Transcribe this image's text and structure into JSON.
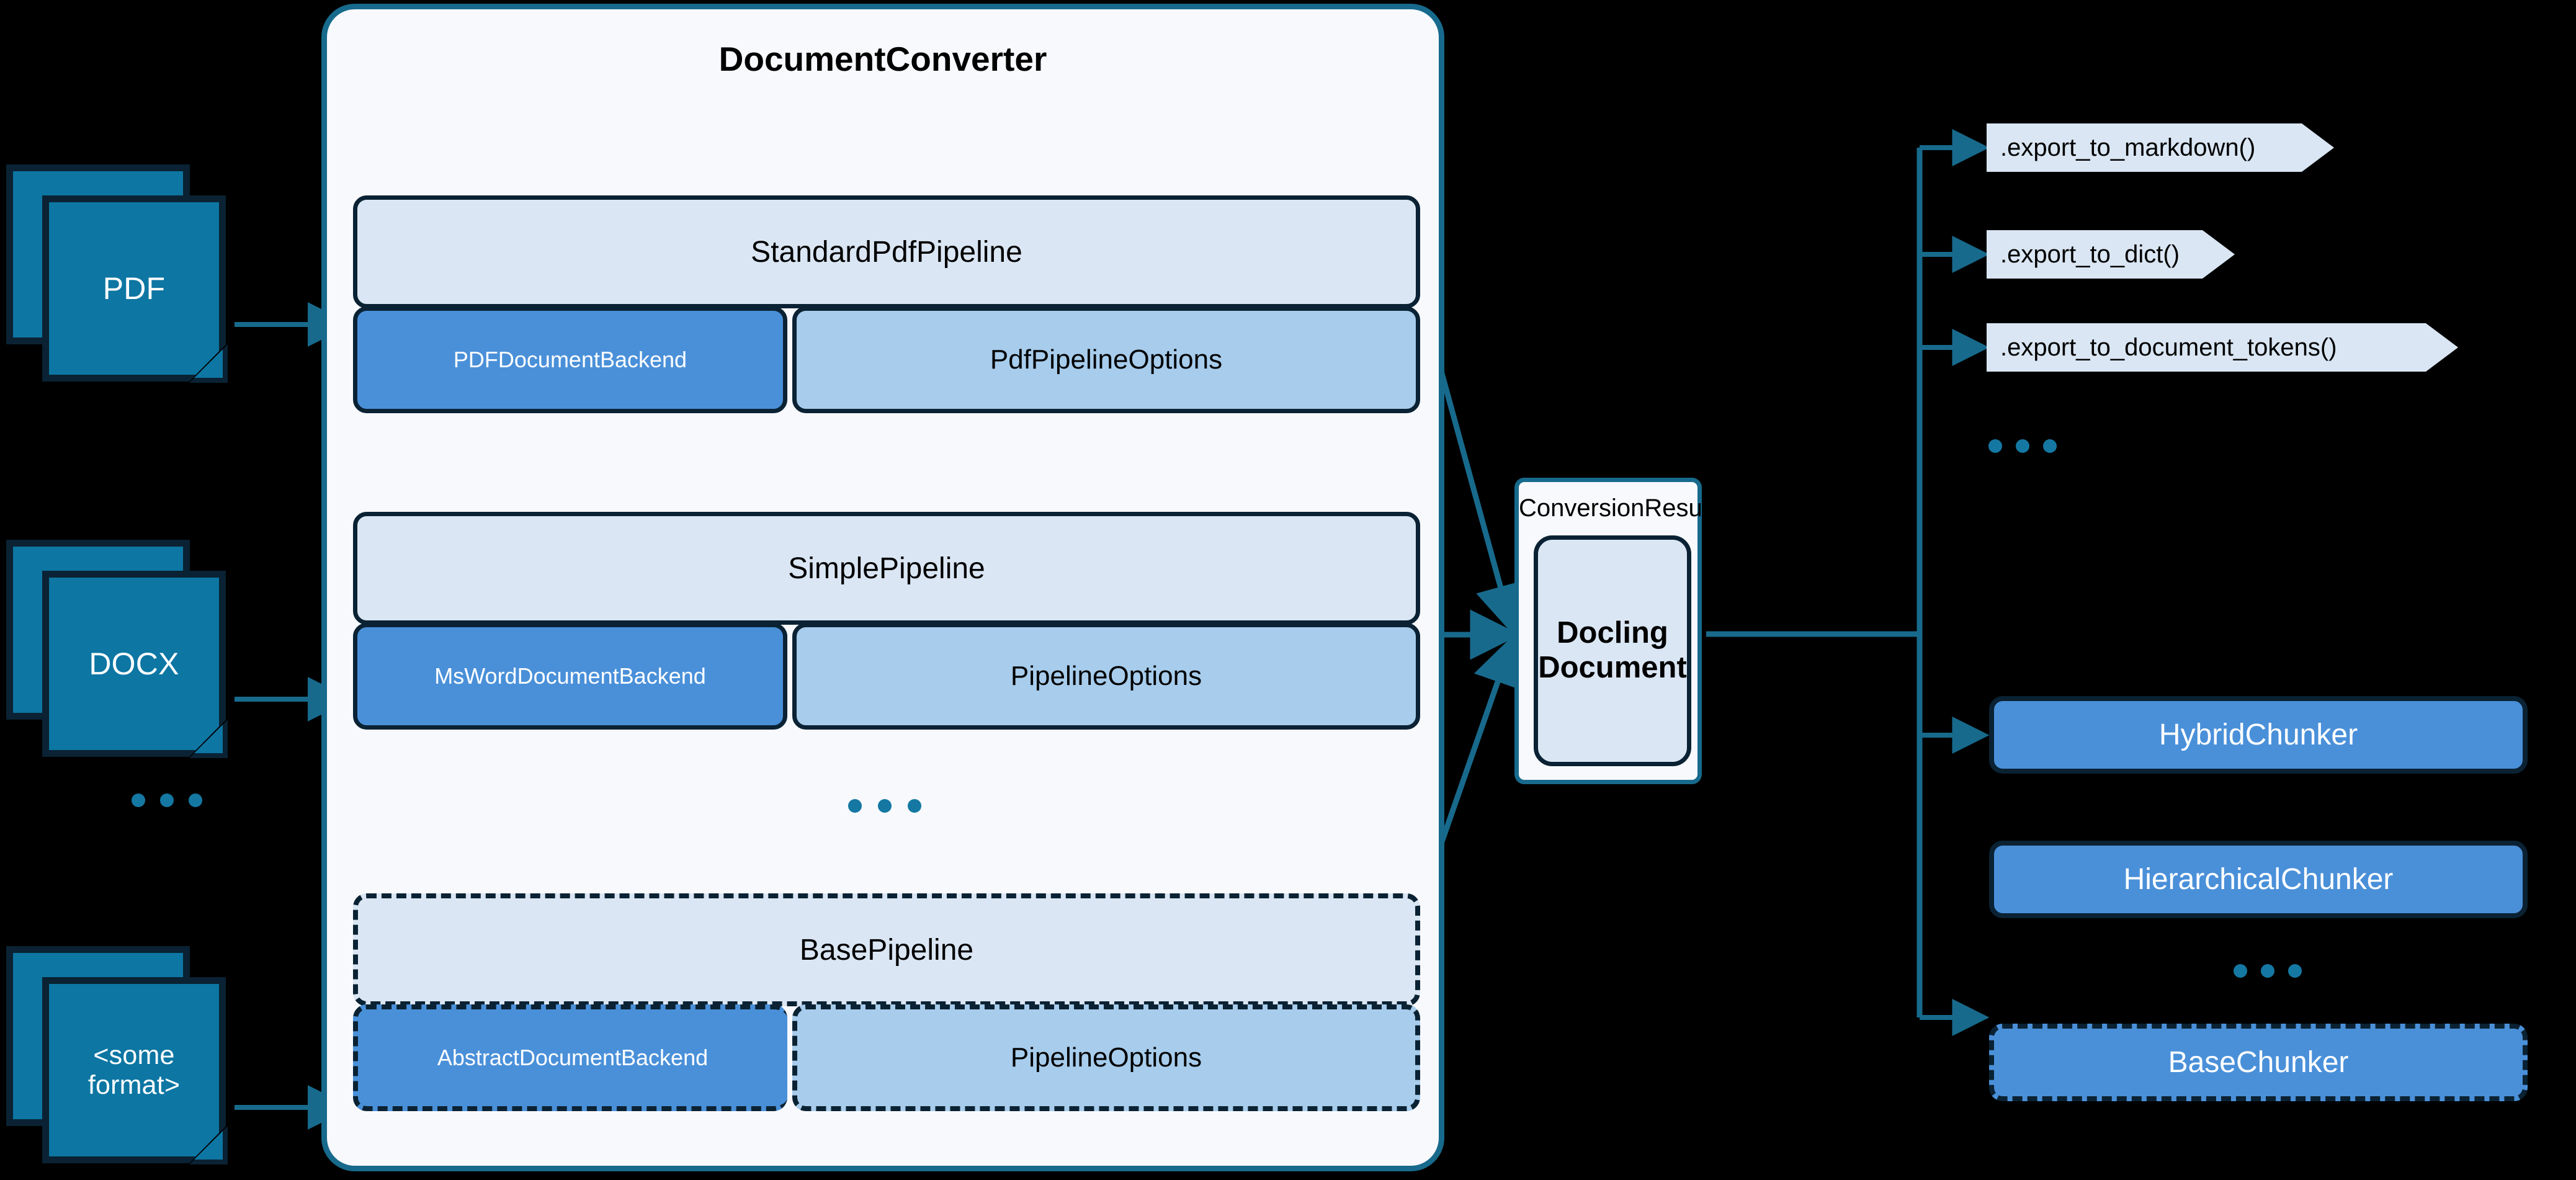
{
  "inputs": {
    "documents": [
      {
        "label": "PDF",
        "icon": "document-stack-icon"
      },
      {
        "label": "DOCX",
        "icon": "document-stack-icon"
      },
      {
        "label": "<some\nformat>",
        "icon": "document-stack-icon"
      }
    ],
    "ellipsis": "..."
  },
  "converter": {
    "title": "DocumentConverter",
    "ellipsis": "...",
    "pipelines": [
      {
        "name": "StandardPdfPipeline",
        "backend": "PDFDocumentBackend",
        "options": "PdfPipelineOptions",
        "style": "solid"
      },
      {
        "name": "SimplePipeline",
        "backend": "MsWordDocumentBackend",
        "options": "PipelineOptions",
        "style": "solid"
      },
      {
        "name": "BasePipeline",
        "backend": "AbstractDocumentBackend",
        "options": "PipelineOptions",
        "style": "dashed"
      }
    ]
  },
  "result": {
    "title": "ConversionResult",
    "document_line1": "Docling",
    "document_line2": "Document"
  },
  "exports": {
    "items": [
      {
        "label": ".export_to_markdown()"
      },
      {
        "label": ".export_to_dict()"
      },
      {
        "label": ".export_to_document_tokens()"
      }
    ],
    "ellipsis": "..."
  },
  "chunkers": {
    "items": [
      {
        "label": "HybridChunker",
        "style": "solid"
      },
      {
        "label": "HierarchicalChunker",
        "style": "solid"
      },
      {
        "label": "BaseChunker",
        "style": "dashed"
      }
    ],
    "ellipsis": "..."
  },
  "colors": {
    "background": "#000000",
    "doc_icon_fill": "#0D76A3",
    "doc_icon_border": "#0A2233",
    "container_fill": "#F7F9FD",
    "container_border": "#176A8C",
    "pipeline_fill": "#DAE6F3",
    "backend_fill": "#4A90D9",
    "options_fill": "#A7CCEC",
    "node_border": "#0A2233",
    "arrow": "#176A8C",
    "dot": "#1478A3"
  }
}
